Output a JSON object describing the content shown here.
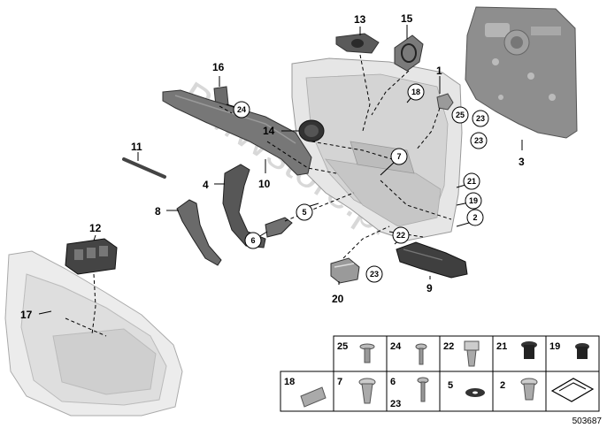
{
  "diagram": {
    "watermark": "BMWstore.pl",
    "image_number": "503687",
    "callouts": [
      {
        "id": "c1",
        "label": "1",
        "style": "plain"
      },
      {
        "id": "c2",
        "label": "2",
        "style": "circled"
      },
      {
        "id": "c3",
        "label": "3",
        "style": "plain"
      },
      {
        "id": "c4",
        "label": "4",
        "style": "plain"
      },
      {
        "id": "c5",
        "label": "5",
        "style": "circled"
      },
      {
        "id": "c6",
        "label": "6",
        "style": "circled"
      },
      {
        "id": "c7",
        "label": "7",
        "style": "circled"
      },
      {
        "id": "c8",
        "label": "8",
        "style": "plain"
      },
      {
        "id": "c9",
        "label": "9",
        "style": "plain"
      },
      {
        "id": "c10",
        "label": "10",
        "style": "plain"
      },
      {
        "id": "c11",
        "label": "11",
        "style": "plain"
      },
      {
        "id": "c12",
        "label": "12",
        "style": "plain"
      },
      {
        "id": "c13",
        "label": "13",
        "style": "plain"
      },
      {
        "id": "c14",
        "label": "14",
        "style": "plain"
      },
      {
        "id": "c15",
        "label": "15",
        "style": "plain"
      },
      {
        "id": "c16",
        "label": "16",
        "style": "plain"
      },
      {
        "id": "c17",
        "label": "17",
        "style": "plain"
      },
      {
        "id": "c18",
        "label": "18",
        "style": "circled"
      },
      {
        "id": "c19",
        "label": "19",
        "style": "circled"
      },
      {
        "id": "c20",
        "label": "20",
        "style": "plain"
      },
      {
        "id": "c21",
        "label": "21",
        "style": "circled"
      },
      {
        "id": "c22",
        "label": "22",
        "style": "circled"
      },
      {
        "id": "c23a",
        "label": "23",
        "style": "circled"
      },
      {
        "id": "c23b",
        "label": "23",
        "style": "circled"
      },
      {
        "id": "c23c",
        "label": "23",
        "style": "circled"
      },
      {
        "id": "c24",
        "label": "24",
        "style": "circled"
      },
      {
        "id": "c25",
        "label": "25",
        "style": "circled"
      }
    ],
    "fastener_table": {
      "row1": [
        "25",
        "24",
        "22",
        "21",
        "19"
      ],
      "row2": [
        "18",
        "7",
        "6",
        "5",
        "2"
      ],
      "row2_extra": "23"
    }
  }
}
